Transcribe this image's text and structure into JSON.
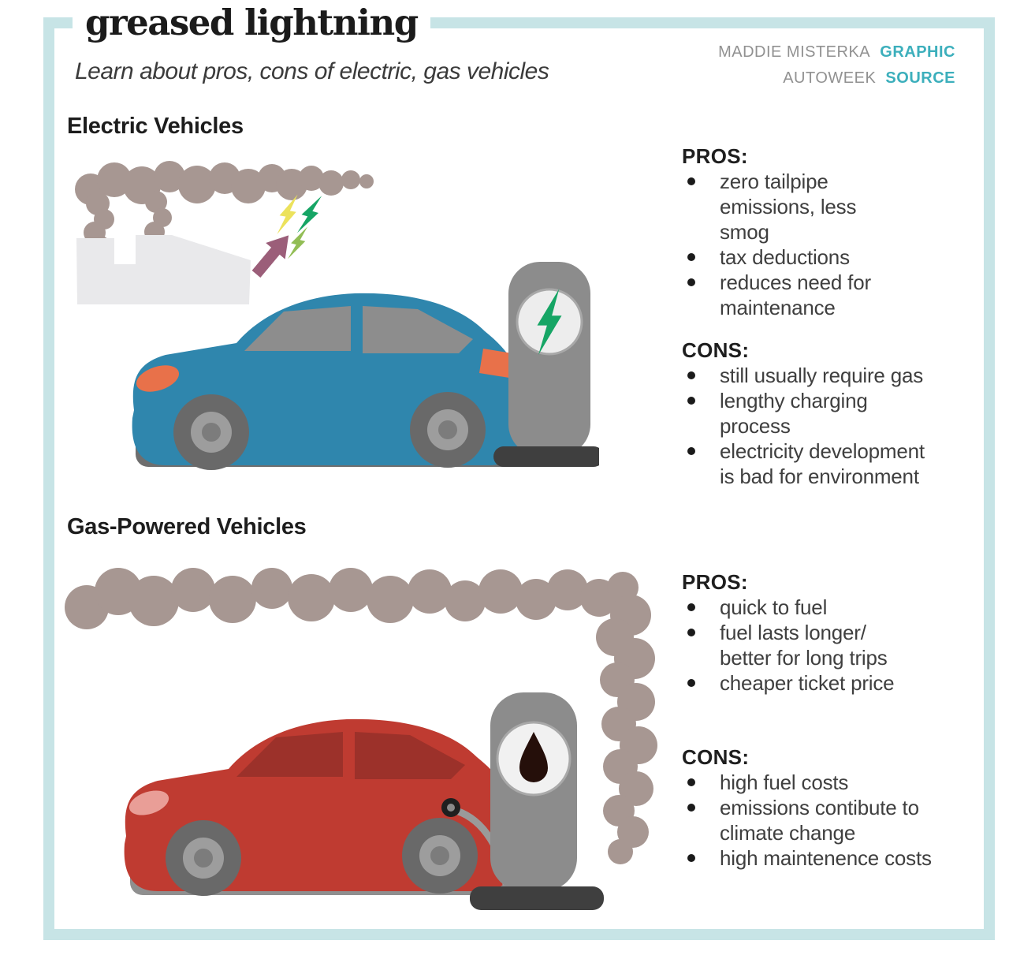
{
  "header": {
    "title": "greased lightning",
    "subtitle": "Learn about pros, cons of electric, gas vehicles",
    "credits": [
      {
        "name": "MADDIE MISTERKA",
        "role": "GRAPHIC"
      },
      {
        "name": "AUTOWEEK",
        "role": "SOURCE"
      }
    ]
  },
  "electric": {
    "heading": "Electric Vehicles",
    "pros_label": "PROS:",
    "pros": [
      "zero tailpipe\nemissions, less\nsmog",
      "tax deductions",
      "reduces need for\nmaintenance"
    ],
    "cons_label": "CONS:",
    "cons": [
      "still usually require gas",
      "lengthy charging\nprocess",
      "electricity development\nis bad for environment"
    ]
  },
  "gas": {
    "heading": "Gas-Powered Vehicles",
    "pros_label": "PROS:",
    "pros": [
      "quick to fuel",
      "fuel lasts longer/\nbetter for long trips",
      "cheaper ticket price"
    ],
    "cons_label": "CONS:",
    "cons": [
      "high fuel costs",
      "emissions contibute to\nclimate change",
      "high maintenence costs"
    ]
  },
  "colors": {
    "accent_teal": "#3cafbc",
    "frame_teal": "#c7e4e6",
    "smoke_mauve": "#a79792",
    "factory_gray": "#e9e9eb",
    "arrow_purple": "#9b5e79",
    "bolt_yellow": "#ece25c",
    "bolt_green": "#16a565",
    "bolt_yellow_green": "#92bd55",
    "ev_car_blue": "#2f86ad",
    "window_gray": "#8d8d8d",
    "light_orange": "#e8714a",
    "station_gray": "#8c8c8c",
    "base_dark": "#3f3f3f",
    "gas_car_red": "#bf3b31",
    "gas_window_red": "#9c312a",
    "gas_light_pink": "#e99e97",
    "oil_drop": "#250f0a"
  }
}
